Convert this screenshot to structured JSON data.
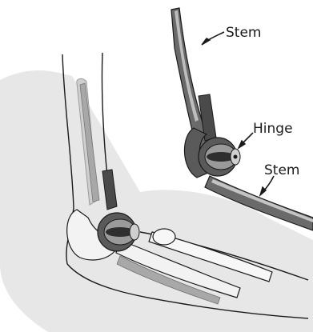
{
  "labels": {
    "stem_top": "Stem",
    "hinge": "Hinge",
    "stem_bottom": "Stem"
  },
  "colors": {
    "background": "#ffffff",
    "shadow": "#dedede",
    "implant_dark": "#3c3c3c",
    "implant_mid": "#8c8c8c",
    "implant_light": "#cfcfcf",
    "bone_ghost": "#bdbdbd",
    "outline": "#1a1a1a"
  }
}
